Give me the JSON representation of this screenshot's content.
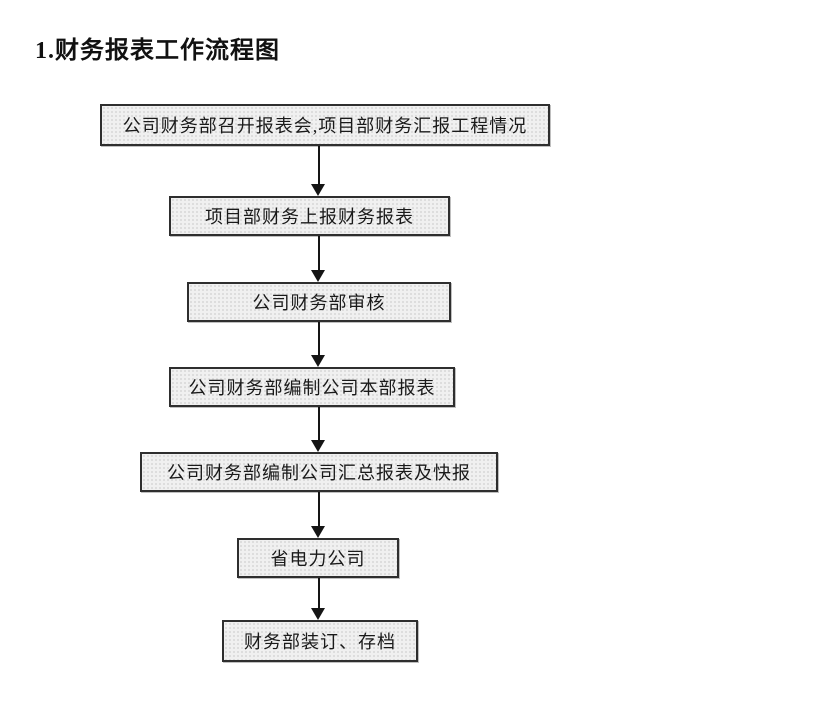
{
  "page": {
    "title": "1.财务报表工作流程图"
  },
  "flow": {
    "steps": [
      {
        "label": "公司财务部召开报表会,项目部财务汇报工程情况"
      },
      {
        "label": "项目部财务上报财务报表"
      },
      {
        "label": "公司财务部审核"
      },
      {
        "label": "公司财务部编制公司本部报表"
      },
      {
        "label": "公司财务部编制公司汇总报表及快报"
      },
      {
        "label": "省电力公司"
      },
      {
        "label": "财务部装订、存档"
      }
    ]
  },
  "colors": {
    "background": "#ffffff",
    "box_fill": "#f0f0f0",
    "box_border": "#2e2e2e",
    "arrow": "#151515",
    "text": "#1a1a1a"
  }
}
